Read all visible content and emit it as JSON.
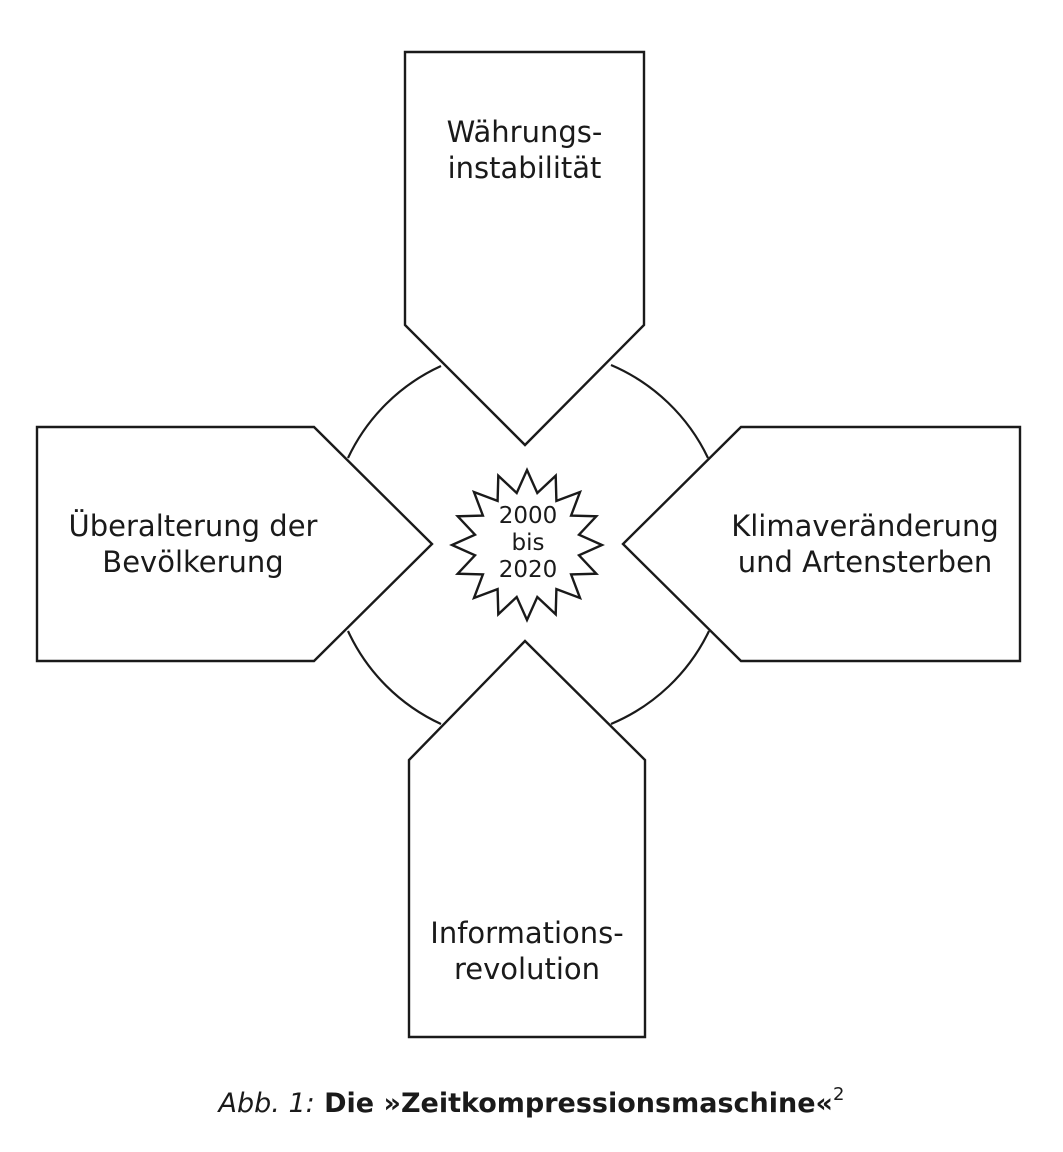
{
  "diagram": {
    "top": {
      "line1": "Währungs-",
      "line2": "instabilität"
    },
    "left": {
      "line1": "Überalterung der",
      "line2": "Bevölkerung"
    },
    "right": {
      "line1": "Klimaveränderung",
      "line2": "und Artensterben"
    },
    "bottom": {
      "line1": "Informations-",
      "line2": "revolution"
    },
    "center": {
      "line1": "2000",
      "line2": "bis",
      "line3": "2020"
    }
  },
  "caption": {
    "ref": "Abb. 1:",
    "title": "Die »Zeitkompressionsmaschine«",
    "footnote": "2"
  }
}
